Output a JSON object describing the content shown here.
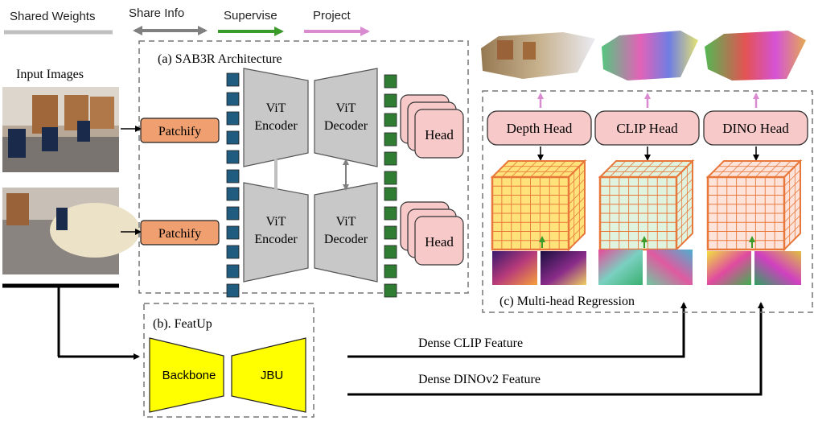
{
  "legend": {
    "shared_weights": "Shared Weights",
    "share_info": "Share Info",
    "supervise": "Supervise",
    "project": "Project"
  },
  "input_images_label": "Input Images",
  "sab3r": {
    "title": "(a) SAB3R Architecture",
    "patchify": "Patchify",
    "vit": "ViT",
    "encoder": "Encoder",
    "decoder": "Decoder",
    "head": "Head"
  },
  "featup": {
    "title": "(b). FeatUp",
    "backbone": "Backbone",
    "jbu": "JBU"
  },
  "multihead": {
    "title": "(c) Multi-head Regression",
    "heads": [
      "Depth Head",
      "CLIP Head",
      "DINO Head"
    ]
  },
  "features": {
    "clip": "Dense CLIP Feature",
    "dino": "Dense DINOv2 Feature"
  },
  "colors": {
    "shared": "#bfbfbf",
    "share_info": "#808080",
    "supervise": "#3a9a2a",
    "project": "#d98bd0",
    "patchify": "#f0a070",
    "token_blue": "#1f5c80",
    "token_green": "#2e7d32",
    "vit": "#c8c8c8",
    "head": "#f7c9c9",
    "yellow": "#ffff00",
    "grid_orange": "#e8773a",
    "depth_fill": "#ffe27a",
    "clip_fill": "#dff3df",
    "dino_fill": "#fde3da"
  }
}
